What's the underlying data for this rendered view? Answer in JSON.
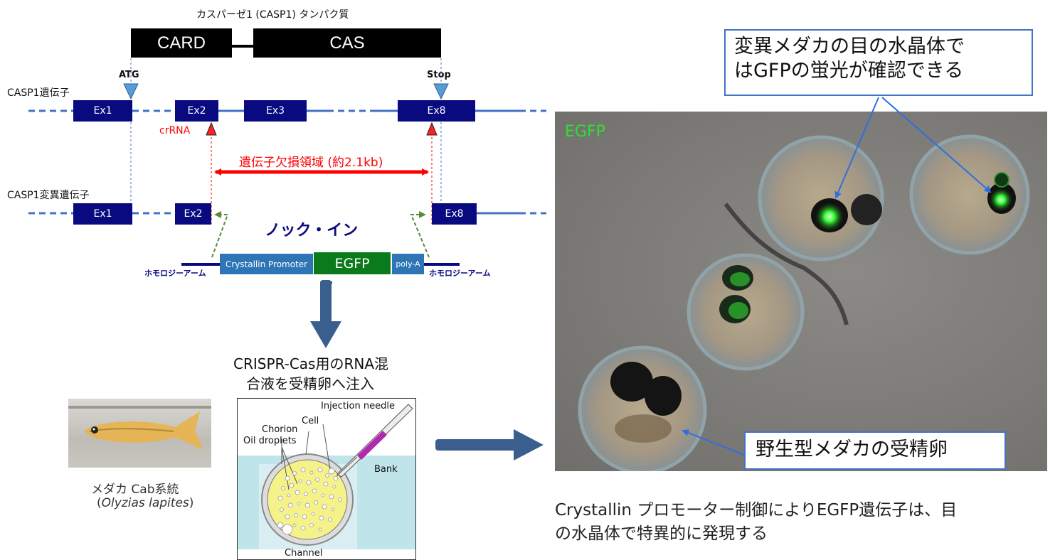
{
  "protein": {
    "title": "カスパーゼ1 (CASP1) タンパク質",
    "domain1": "CARD",
    "domain2": "CAS"
  },
  "gene": {
    "label": "CASP1遺伝子",
    "start_codon": "ATG",
    "stop_codon": "Stop",
    "exons": [
      "Ex1",
      "Ex2",
      "Ex3",
      "Ex8"
    ],
    "crrna": "crRNA"
  },
  "deletion": {
    "label": "遺伝子欠損領域 (約2.1kb)"
  },
  "mutant": {
    "label": "CASP1変異遺伝子",
    "exons": [
      "Ex1",
      "Ex2",
      "Ex8"
    ]
  },
  "knockin": {
    "title": "ノック・イン",
    "promoter": "Crystallin Promoter",
    "reporter": "EGFP",
    "polya": "poly-A",
    "homology_left": "ホモロジーアーム",
    "homology_right": "ホモロジーアーム"
  },
  "injection": {
    "caption_line1": "CRISPR-Cas用のRNA混",
    "caption_line2": "合液を受精卵へ注入",
    "labels": {
      "needle": "Injection needle",
      "cell": "Cell",
      "chorion": "Chorion",
      "oil": "Oil droplets",
      "bank": "Bank",
      "channel": "Channel"
    }
  },
  "fish": {
    "name": "メダカ Cab系統",
    "species": "Olyzias lapites"
  },
  "photo": {
    "channel_label": "EGFP",
    "callout_mutant_line1": "変異メダカの目の水晶体で",
    "callout_mutant_line2": "はGFPの蛍光が確認できる",
    "callout_wildtype": "野生型メダカの受精卵"
  },
  "conclusion": {
    "line1": "Crystallin プロモーター制御によりEGFP遺伝子は、目",
    "line2": "の水晶体で特異的に発現する"
  },
  "colors": {
    "exon": "#0a0a80",
    "dashline": "#4472c4",
    "red": "#ff0000",
    "arrow": "#3a5f8f",
    "egfp": "#0a7a1a",
    "promoter": "#2e75b6",
    "gfp_glow": "#3cff3c"
  }
}
